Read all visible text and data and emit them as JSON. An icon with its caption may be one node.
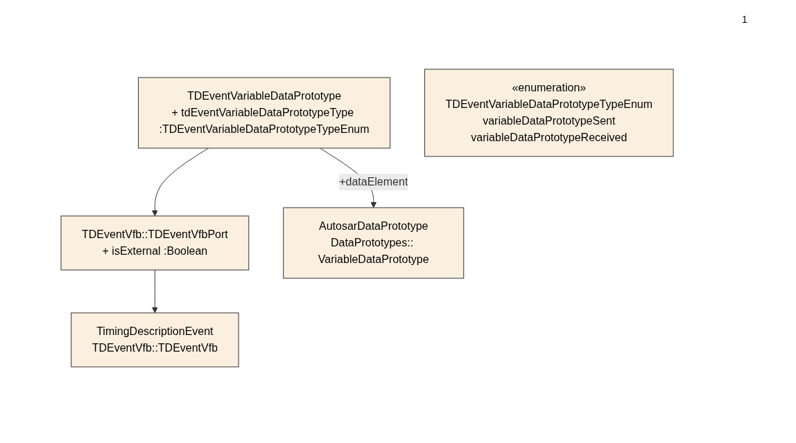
{
  "diagram": {
    "nodes": [
      {
        "text": [
          "TimingDescriptionEvent",
          "TDEventVfb::TDEventVfb"
        ]
      },
      {
        "text": [
          "TDEventVfb::TDEventVfbPort",
          "+ isExternal :Boolean"
        ]
      },
      {
        "text": [
          "TDEventVariableDataPrototype",
          "+ tdEventVariableDataPrototypeType :TDEventVariableDataPrototypeTypeEnum"
        ]
      },
      {
        "text": [
          "AutosarDataPrototype",
          "DataPrototypes:: VariableDataPrototype"
        ]
      },
      {
        "text": [
          "«enumeration»",
          "TDEventVariableDataPrototypeTypeEnum",
          "variableDataPrototypeSent",
          "variableDataPrototypeReceived"
        ]
      }
    ],
    "edges": [
      {
        "from": 1,
        "to": 0,
        "arrow": "to"
      },
      {
        "from": 2,
        "to": 1,
        "arrow": "to"
      },
      {
        "from": 2,
        "to": 3,
        "arrow": "to",
        "label": "+dataElement"
      }
    ],
    "labels": [
      "1"
    ]
  }
}
